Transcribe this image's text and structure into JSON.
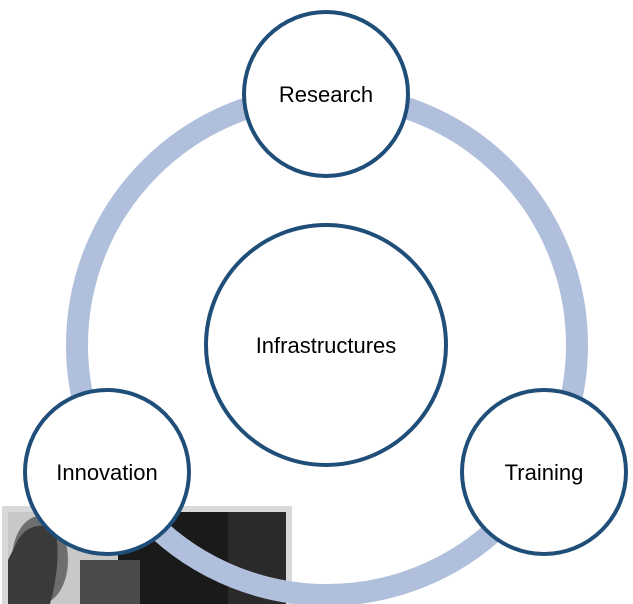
{
  "diagram": {
    "center": {
      "label": "Infrastructures"
    },
    "nodes": [
      {
        "label": "Research"
      },
      {
        "label": "Training"
      },
      {
        "label": "Innovation"
      }
    ],
    "colors": {
      "ring": "#b0bfdc",
      "node_fill": "#ffffff",
      "node_stroke": "#1f4e79",
      "text": "#000000",
      "photo_frame": "#d9d9d9",
      "photo_dark": "#1a1a1a",
      "photo_mid": "#7a7a7a",
      "photo_light": "#c8c8c8"
    },
    "photo": {
      "kind": "black-and-white-photograph"
    }
  }
}
